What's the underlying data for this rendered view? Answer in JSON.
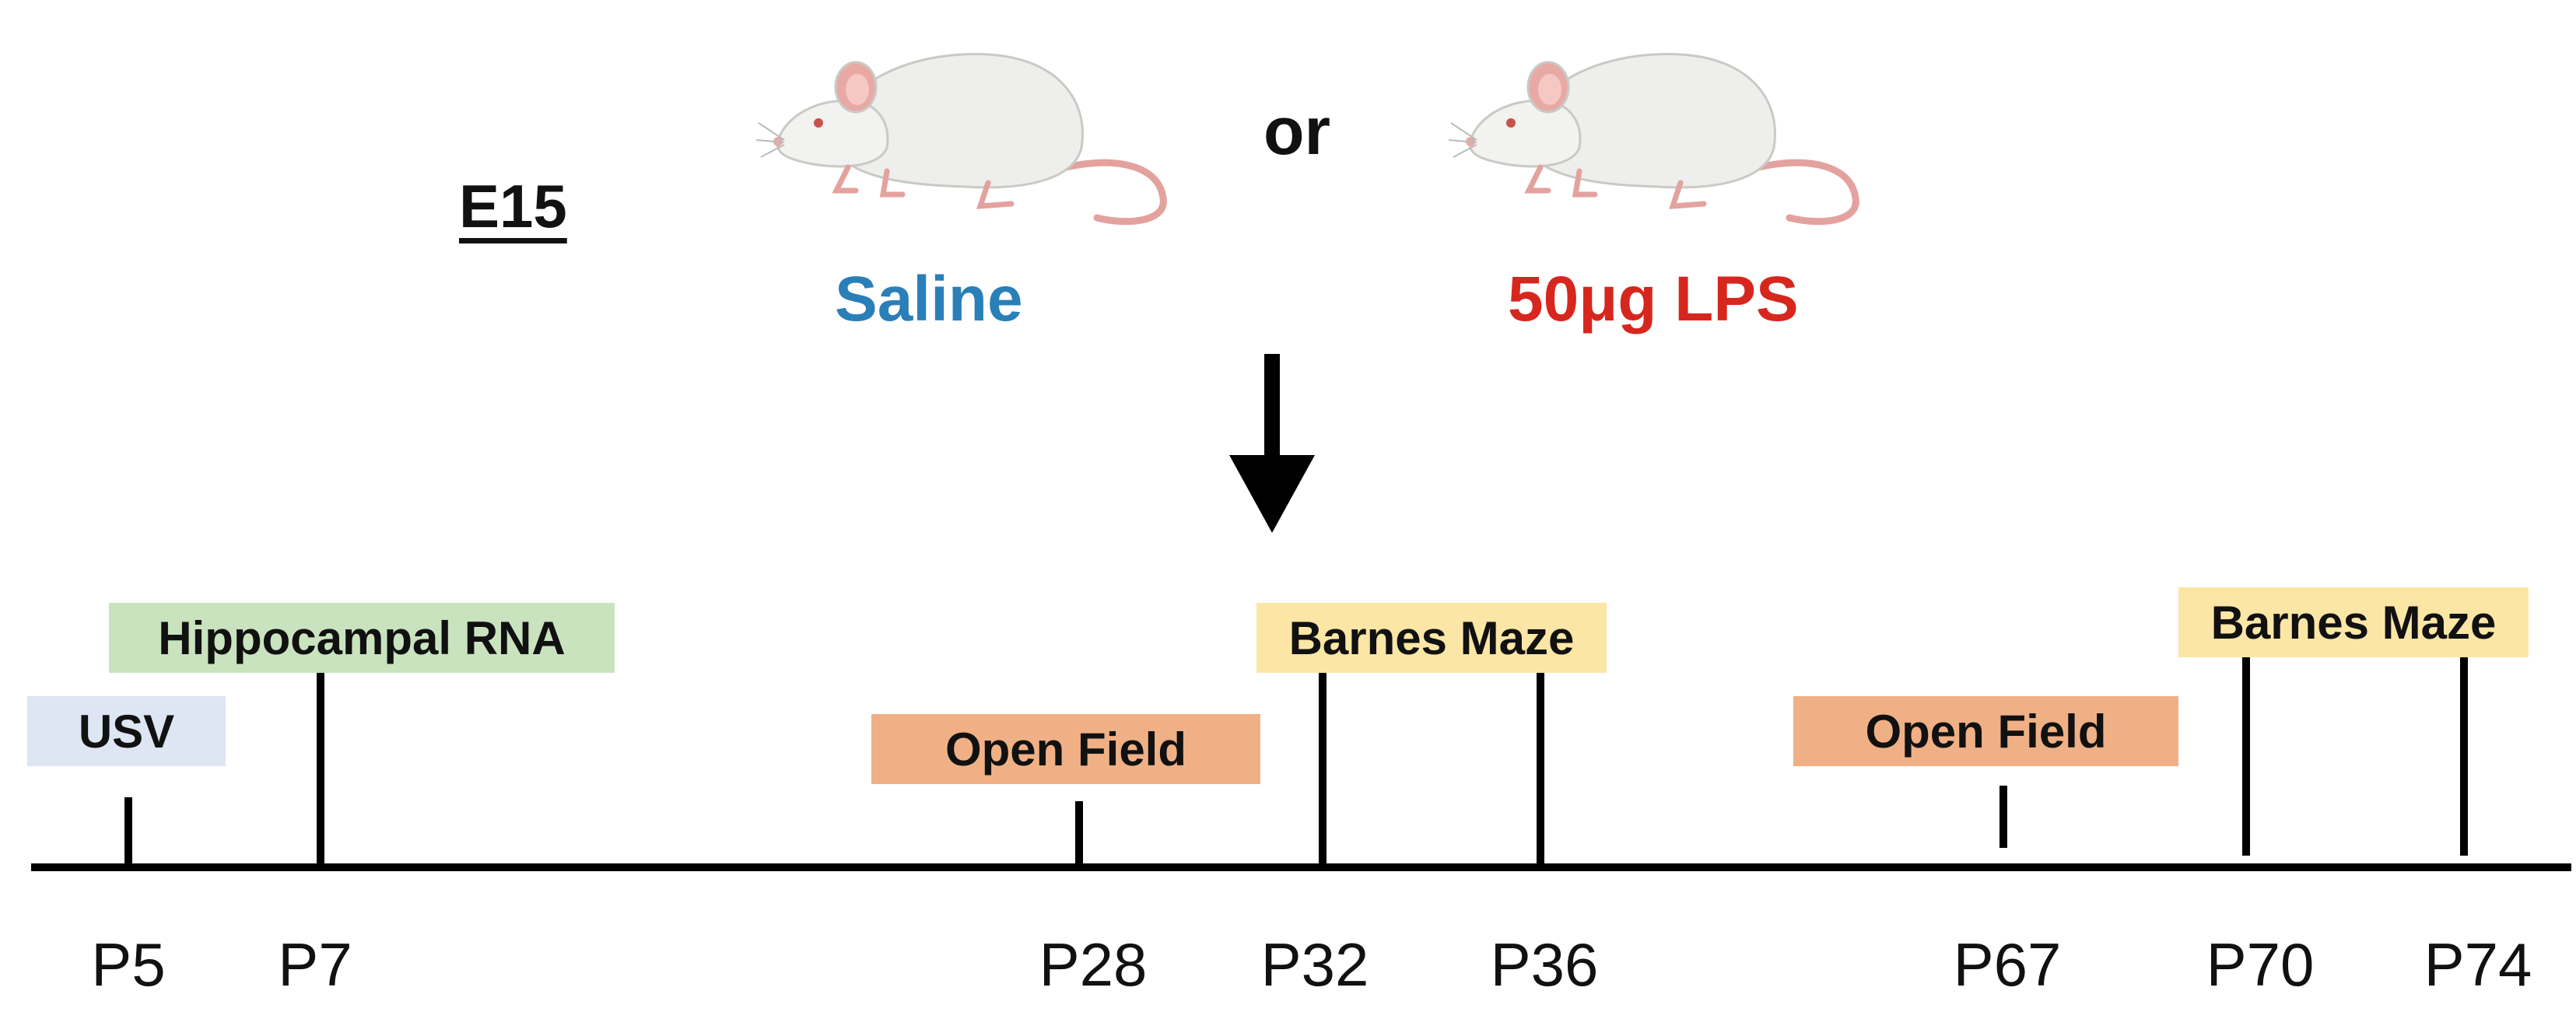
{
  "header": {
    "timepoint": "E15",
    "conjunction": "or",
    "group_saline": "Saline",
    "group_lps": "50μg LPS"
  },
  "colors": {
    "saline_text": "#2a7fb8",
    "lps_text": "#d7261e",
    "usv_box": "#dde6f2",
    "rna_box": "#c9e3bf",
    "open_field_box": "#f0b085",
    "barnes_box": "#fbe6a5",
    "mouse_body": "#eeeeec",
    "mouse_pink": "#e8a9a5"
  },
  "icons": [
    "mouse-saline-icon",
    "mouse-lps-icon",
    "down-arrow-icon"
  ],
  "timeline": {
    "days": [
      "P5",
      "P7",
      "P28",
      "P32",
      "P36",
      "P67",
      "P70",
      "P74"
    ],
    "events": {
      "usv": "USV",
      "rna": "Hippocampal RNA",
      "open_field_1": "Open Field",
      "barnes_1": "Barnes Maze",
      "open_field_2": "Open Field",
      "barnes_2": "Barnes Maze"
    }
  }
}
